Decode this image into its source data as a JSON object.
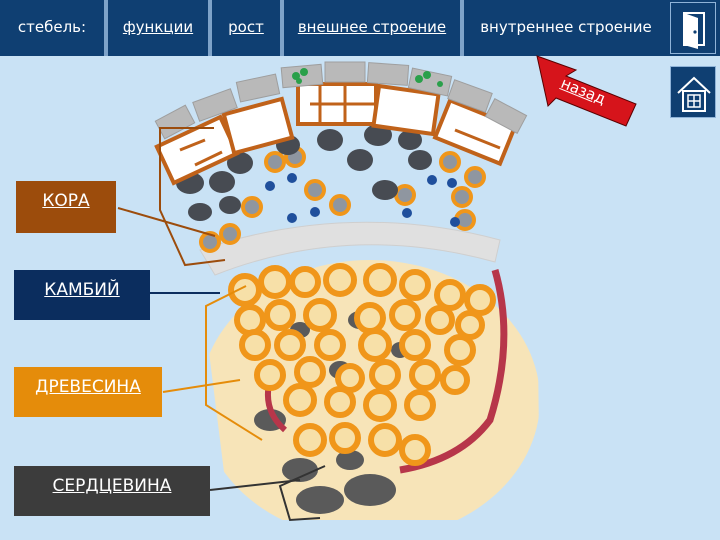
{
  "nav": {
    "section_label": "стебель:",
    "tabs": [
      {
        "label": "функции"
      },
      {
        "label": "рост"
      },
      {
        "label": "внешнее строение"
      },
      {
        "label": "внутреннее строение"
      }
    ]
  },
  "back_label": "назад",
  "labels": {
    "kora": "КОРА",
    "kambiy": "КАМБИЙ",
    "drevesina": "ДРЕВЕСИНА",
    "serdtsevina": "СЕРДЦЕВИНА"
  },
  "colors": {
    "background": "#c9e2f5",
    "nav": "#0f3f72",
    "kora": "#9c4c0c",
    "kambiy": "#0b2d5e",
    "drevesina": "#e58c0a",
    "serdtsevina": "#3c3c3c",
    "arrow": "#d6141b"
  },
  "icons": {
    "exit": "door-icon",
    "home": "house-icon"
  }
}
